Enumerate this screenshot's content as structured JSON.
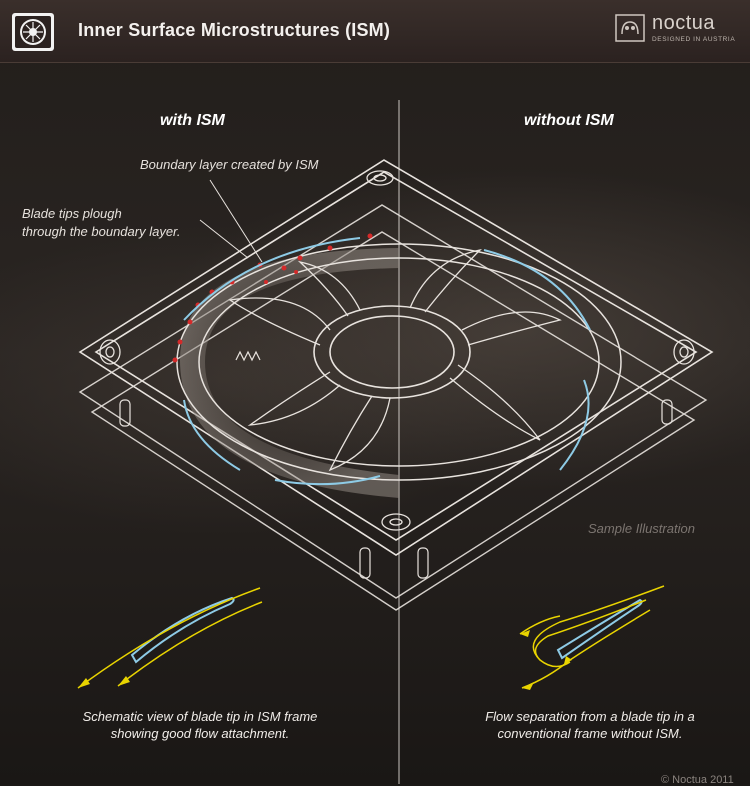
{
  "header": {
    "title": "Inner Surface Microstructures (ISM)",
    "brand_name": "noctua",
    "brand_tagline": "DESIGNED IN AUSTRIA"
  },
  "columns": {
    "left_title": "with ISM",
    "right_title": "without ISM"
  },
  "annotations": {
    "boundary_layer": "Boundary layer created by ISM",
    "blade_tips_line1": "Blade tips plough",
    "blade_tips_line2": "through the boundary layer.",
    "sample": "Sample Illustration"
  },
  "captions": {
    "left_line1": "Schematic view of blade tip in ISM frame",
    "left_line2": "showing good flow attachment.",
    "right_line1": "Flow separation from a blade tip in a",
    "right_line2": "conventional frame without ISM."
  },
  "copyright": "© Noctua 2011",
  "colors": {
    "flow_arrow": "#e9d400",
    "blade_tip": "#8ecbe6",
    "boundary_marks": "#d42a2a",
    "outline": "#e8e3de"
  }
}
